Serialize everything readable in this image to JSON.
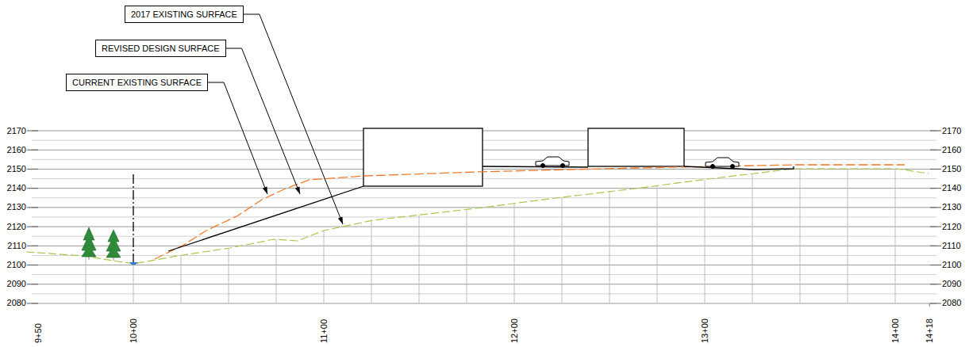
{
  "diagram": {
    "nodes": [
      {
        "text": [
          "2017 EXISTING SURFACE"
        ]
      },
      {
        "text": [
          "REVISED DESIGN SURFACE"
        ]
      },
      {
        "text": [
          "CURRENT EXISTING SURFACE"
        ]
      }
    ],
    "labels": [
      "2170",
      "2160",
      "2150",
      "2140",
      "2130",
      "2120",
      "2110",
      "2100",
      "2090",
      "2080",
      "2170",
      "2160",
      "2150",
      "2140",
      "2130",
      "2120",
      "2110",
      "2100",
      "2090",
      "2080",
      "9+50",
      "10+00",
      "11+00",
      "12+00",
      "13+00",
      "14+00",
      "14+18"
    ]
  }
}
